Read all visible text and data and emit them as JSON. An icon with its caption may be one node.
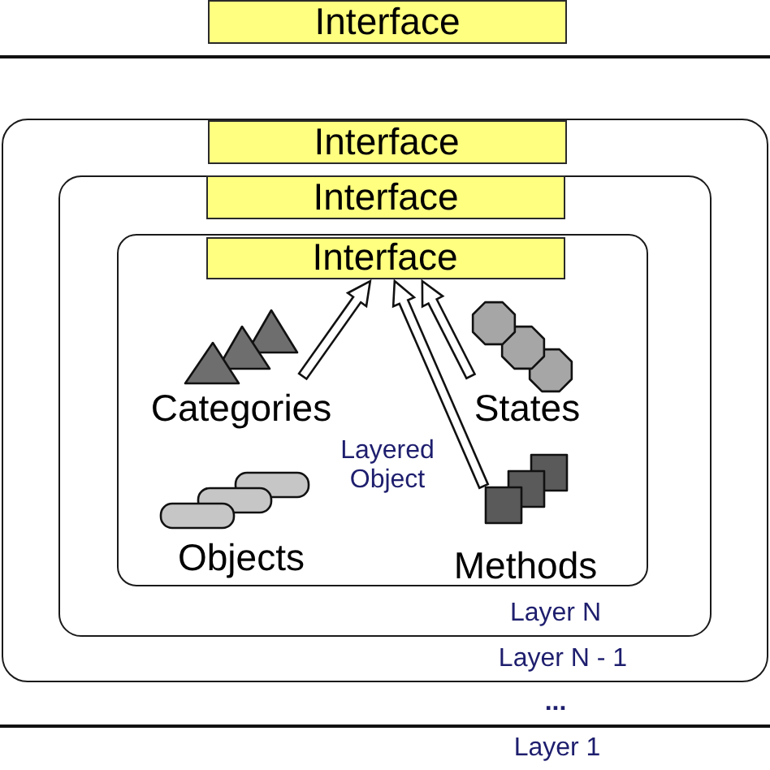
{
  "diagram": {
    "nodes": [
      {
        "text": [
          "Interface"
        ]
      },
      {
        "text": [
          "Layer N - 1"
        ]
      },
      {
        "text": [
          "Interface"
        ],
        "in": 1
      },
      {
        "text": [
          "Layer N"
        ],
        "in": 1
      },
      {
        "text": [
          "Interface"
        ],
        "in": 3
      },
      {
        "text": [
          "Layered Object"
        ],
        "in": 3
      },
      {
        "text": [
          "Interface"
        ],
        "in": 5
      },
      {
        "text": [],
        "shape": "picture",
        "beside": [
          "Categories"
        ],
        "in": 5
      },
      {
        "text": [],
        "shape": "picture",
        "beside": [
          "States"
        ],
        "in": 5
      },
      {
        "text": [],
        "shape": "picture",
        "beside": [
          "Objects"
        ],
        "in": 5
      },
      {
        "text": [],
        "shape": "picture",
        "beside": [
          "Methods"
        ],
        "in": 5
      }
    ],
    "edges": [
      {
        "from": 7,
        "to": 6,
        "arrow": "to"
      },
      {
        "from": 8,
        "to": 6,
        "arrow": "to"
      },
      {
        "from": 10,
        "to": 6,
        "arrow": "to"
      }
    ],
    "labels": [
      "...",
      "Layer 1"
    ]
  }
}
